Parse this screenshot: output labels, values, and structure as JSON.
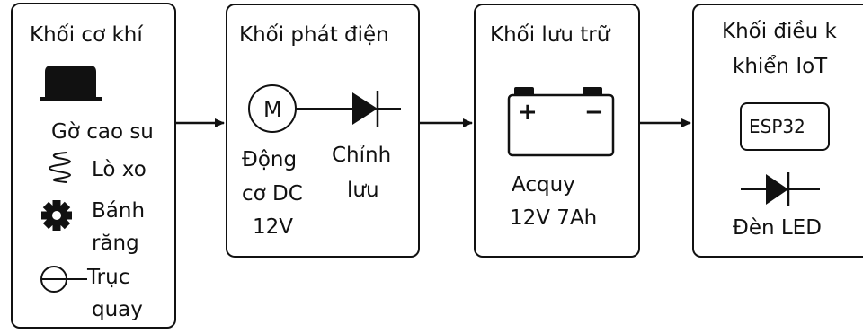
{
  "blocks": {
    "mechanical": {
      "title": "Khối cơ khí",
      "items": {
        "rubber_bump": "Gờ cao su",
        "spring": "Lò xo",
        "gear_line1": "Bánh",
        "gear_line2": "răng",
        "shaft_line1": "Trục",
        "shaft_line2": "quay"
      },
      "icons": [
        "rubber-bump-icon",
        "spring-icon",
        "gear-icon",
        "shaft-icon"
      ]
    },
    "generator": {
      "title": "Khối phát điện",
      "motor_symbol": "M",
      "motor_line1": "Động",
      "motor_line2": "cơ DC",
      "motor_line3": "12V",
      "rectifier_line1": "Chỉnh",
      "rectifier_line2": "lưu",
      "icons": [
        "motor-icon",
        "diode-icon"
      ]
    },
    "storage": {
      "title": "Khối lưu trữ",
      "plus": "+",
      "minus": "−",
      "battery_line1": "Acquy",
      "battery_line2": "12V 7Ah",
      "icons": [
        "battery-icon"
      ]
    },
    "control": {
      "title_line1": "Khối điều k",
      "title_line2": "khiển IoT",
      "chip_label": "ESP32",
      "led_label": "Đèn LED",
      "icons": [
        "chip-icon",
        "led-diode-icon"
      ]
    }
  },
  "arrows": [
    "arrow-right-icon",
    "arrow-right-icon",
    "arrow-right-icon"
  ],
  "colors": {
    "stroke": "#111111",
    "background": "#ffffff"
  }
}
